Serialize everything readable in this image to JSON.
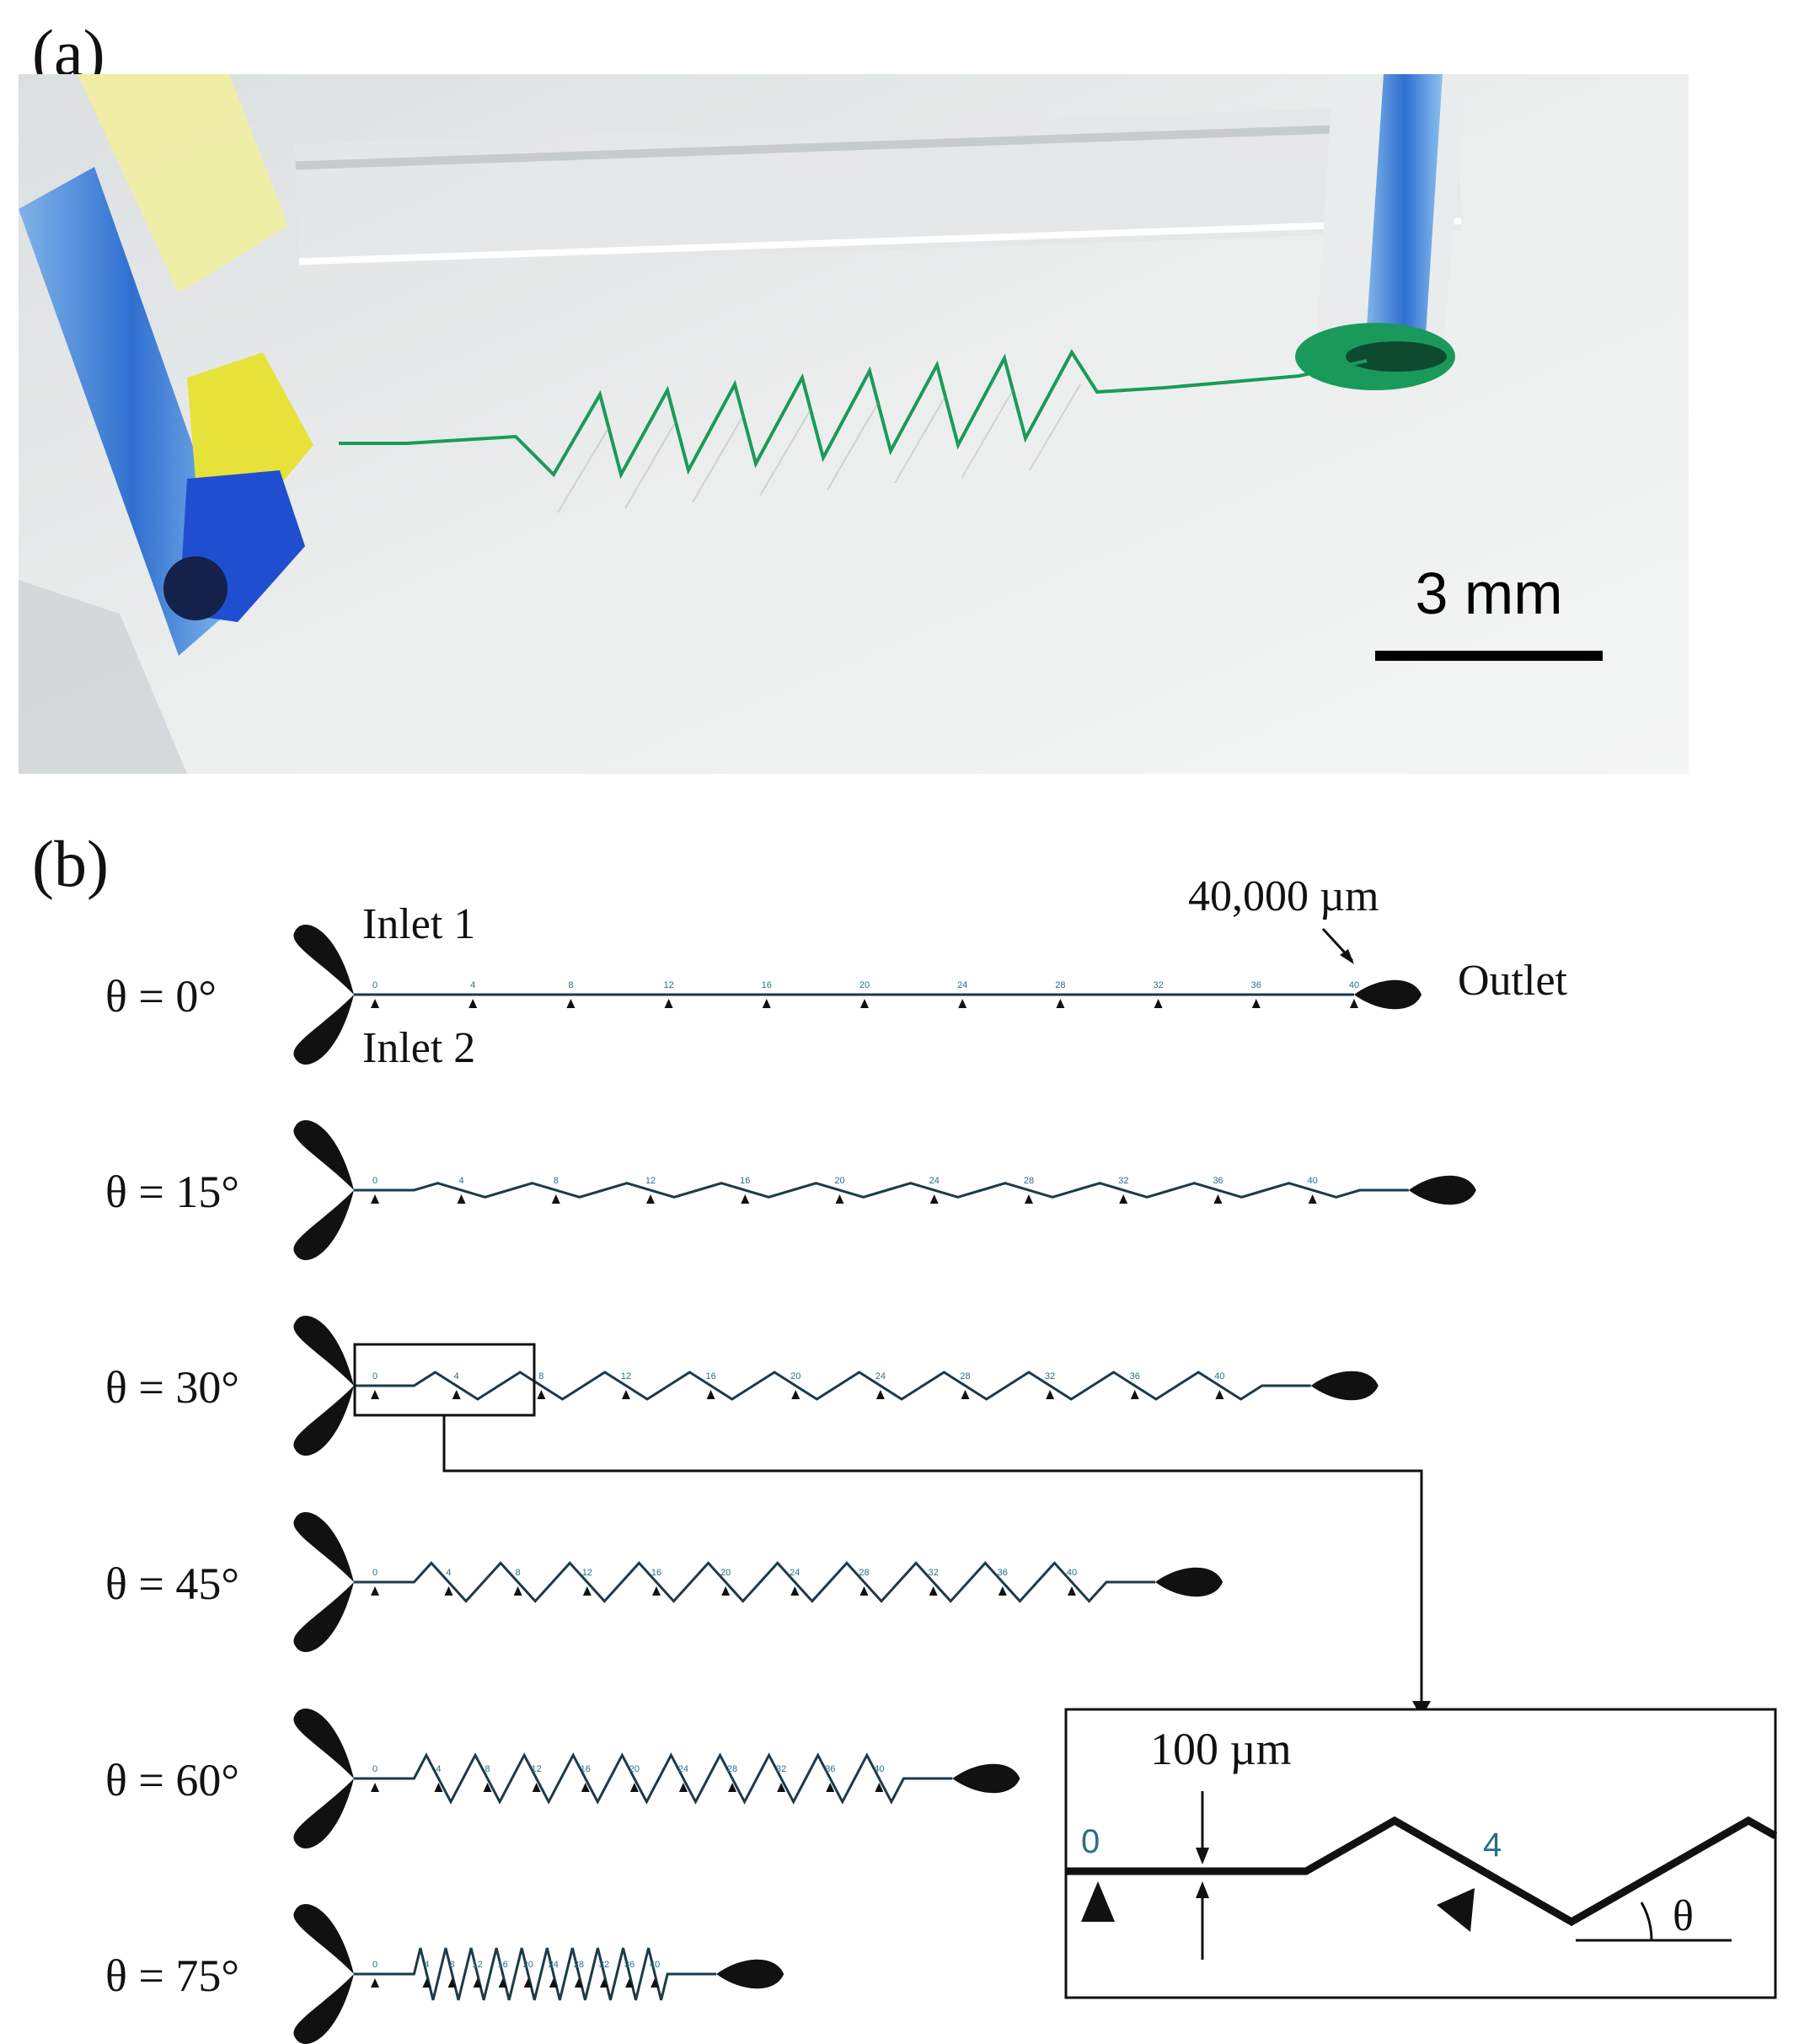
{
  "panel_a": {
    "label": "(a)",
    "scale_bar": "3 mm"
  },
  "panel_b": {
    "label": "(b)",
    "inlet1": "Inlet 1",
    "inlet2": "Inlet 2",
    "outlet": "Outlet",
    "length_annotation": "40,000 µm",
    "rows": [
      {
        "angle": 0,
        "label": "θ = 0°"
      },
      {
        "angle": 15,
        "label": "θ = 15°"
      },
      {
        "angle": 30,
        "label": "θ = 30°"
      },
      {
        "angle": 45,
        "label": "θ = 45°"
      },
      {
        "angle": 60,
        "label": "θ = 60°"
      },
      {
        "angle": 75,
        "label": "θ = 75°"
      }
    ],
    "markers": [
      "0",
      "4",
      "8",
      "12",
      "16",
      "20",
      "24",
      "28",
      "32",
      "36",
      "40"
    ],
    "inset": {
      "width_label": "100 µm",
      "marker_0": "0",
      "marker_4": "4",
      "theta": "θ"
    }
  },
  "colors": {
    "channel": "#1c3a4a",
    "marker_text": "#2a6f86",
    "dye_green": "#1a9a5a",
    "dye_blue": "#1f4fd0",
    "dye_yellow": "#e6e23a"
  }
}
